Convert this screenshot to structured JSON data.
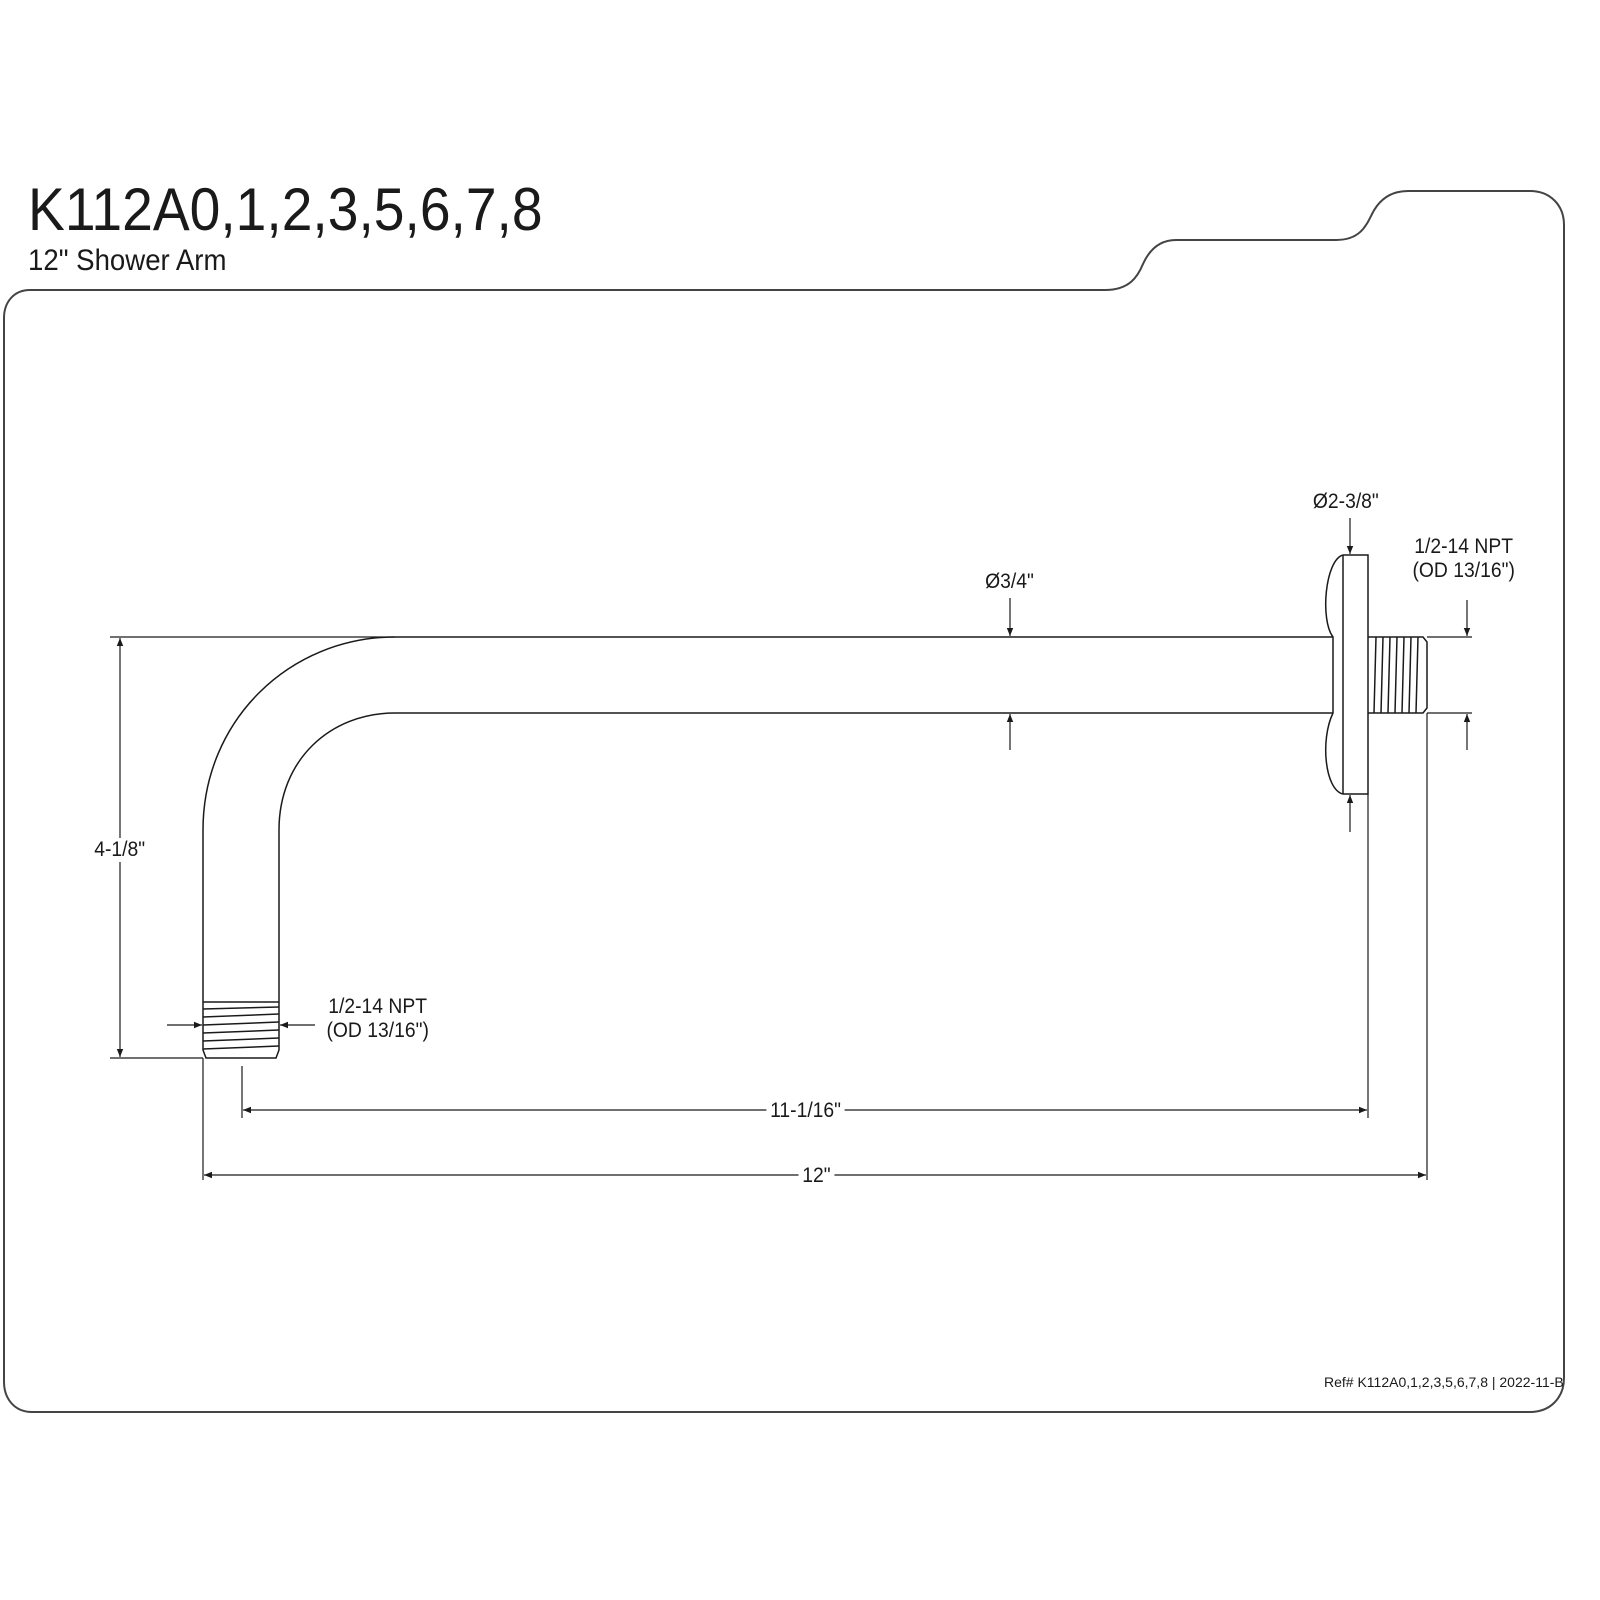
{
  "header": {
    "model_number": "K112A0,1,2,3,5,6,7,8",
    "product_name": "12\" Shower Arm"
  },
  "dimensions": {
    "flange_diameter": "Ø2-3/8\"",
    "pipe_diameter": "Ø3/4\"",
    "right_thread_line1": "1/2-14 NPT",
    "right_thread_line2": "(OD 13/16\")",
    "left_thread_line1": "1/2-14 NPT",
    "left_thread_line2": "(OD 13/16\")",
    "height": "4-1/8\"",
    "inner_length": "11-1/16\"",
    "overall_length": "12\""
  },
  "footer": {
    "reference": "Ref# K112A0,1,2,3,5,6,7,8 | 2022-11-B"
  },
  "colors": {
    "line": "#1a1a1a",
    "frame": "#444444",
    "background": "#ffffff"
  }
}
